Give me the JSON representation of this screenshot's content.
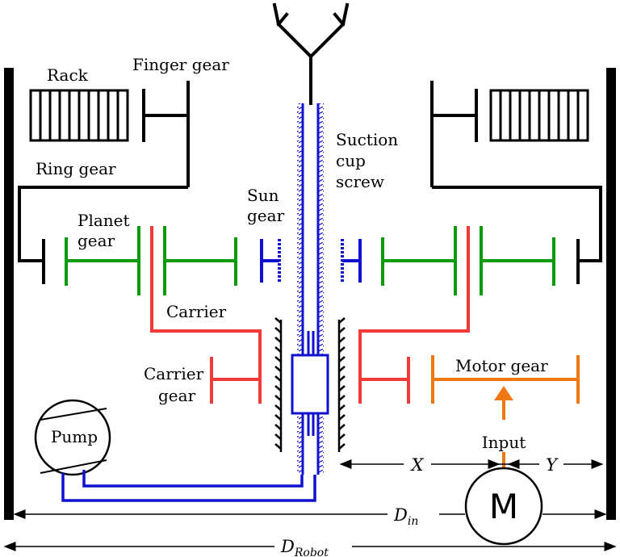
{
  "labels": {
    "rack": "Rack",
    "finger_gear": "Finger gear",
    "ring_gear": "Ring gear",
    "planet_gear_1": "Planet",
    "planet_gear_2": "gear",
    "sun_gear_1": "Sun",
    "sun_gear_2": "gear",
    "suction_1": "Suction",
    "suction_2": "cup",
    "suction_3": "screw",
    "carrier": "Carrier",
    "carrier_gear_1": "Carrier",
    "carrier_gear_2": "gear",
    "motor_gear": "Motor gear",
    "input": "Input",
    "pump": "Pump",
    "motor": "M",
    "dim_x": "X",
    "dim_y": "Y",
    "d_in_main": "D",
    "d_in_sub": "in",
    "d_robot_main": "D",
    "d_robot_sub": "Robot"
  },
  "colors": {
    "frame": "#000000",
    "planet": "#0a9a0a",
    "sun": "#1010d0",
    "carrier": "#f03a3a",
    "motor": "#f07814",
    "tube": "#1010d0"
  }
}
